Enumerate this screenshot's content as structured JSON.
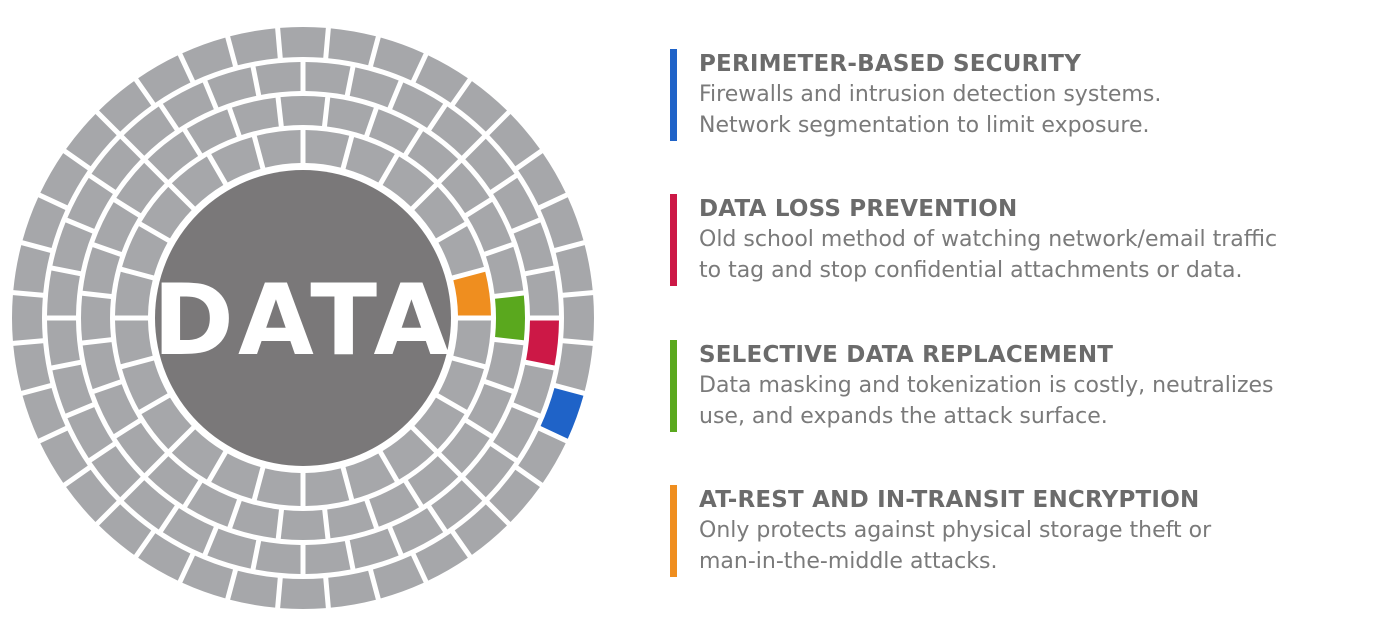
{
  "center_label": "DATA",
  "colors": {
    "ring_gray": "#a6a7aa",
    "core": "#7a7879",
    "blue": "#1f63c8",
    "red": "#cc1846",
    "green": "#5aa81e",
    "orange": "#ef8e1f"
  },
  "items": [
    {
      "title": "PERIMETER-BASED SECURITY",
      "desc": "Firewalls and intrusion detection systems.\nNetwork segmentation to limit exposure.",
      "color": "#1f63c8"
    },
    {
      "title": "DATA LOSS PREVENTION",
      "desc": "Old school method of watching network/email traffic\nto tag and stop confidential attachments or data.",
      "color": "#cc1846"
    },
    {
      "title": "SELECTIVE DATA REPLACEMENT",
      "desc": "Data masking and tokenization is costly, neutralizes\nuse, and expands the attack surface.",
      "color": "#5aa81e"
    },
    {
      "title": "AT-REST AND IN-TRANSIT ENCRYPTION",
      "desc": "Only protects against physical storage theft or\nman-in-the-middle attacks.",
      "color": "#ef8e1f"
    }
  ]
}
